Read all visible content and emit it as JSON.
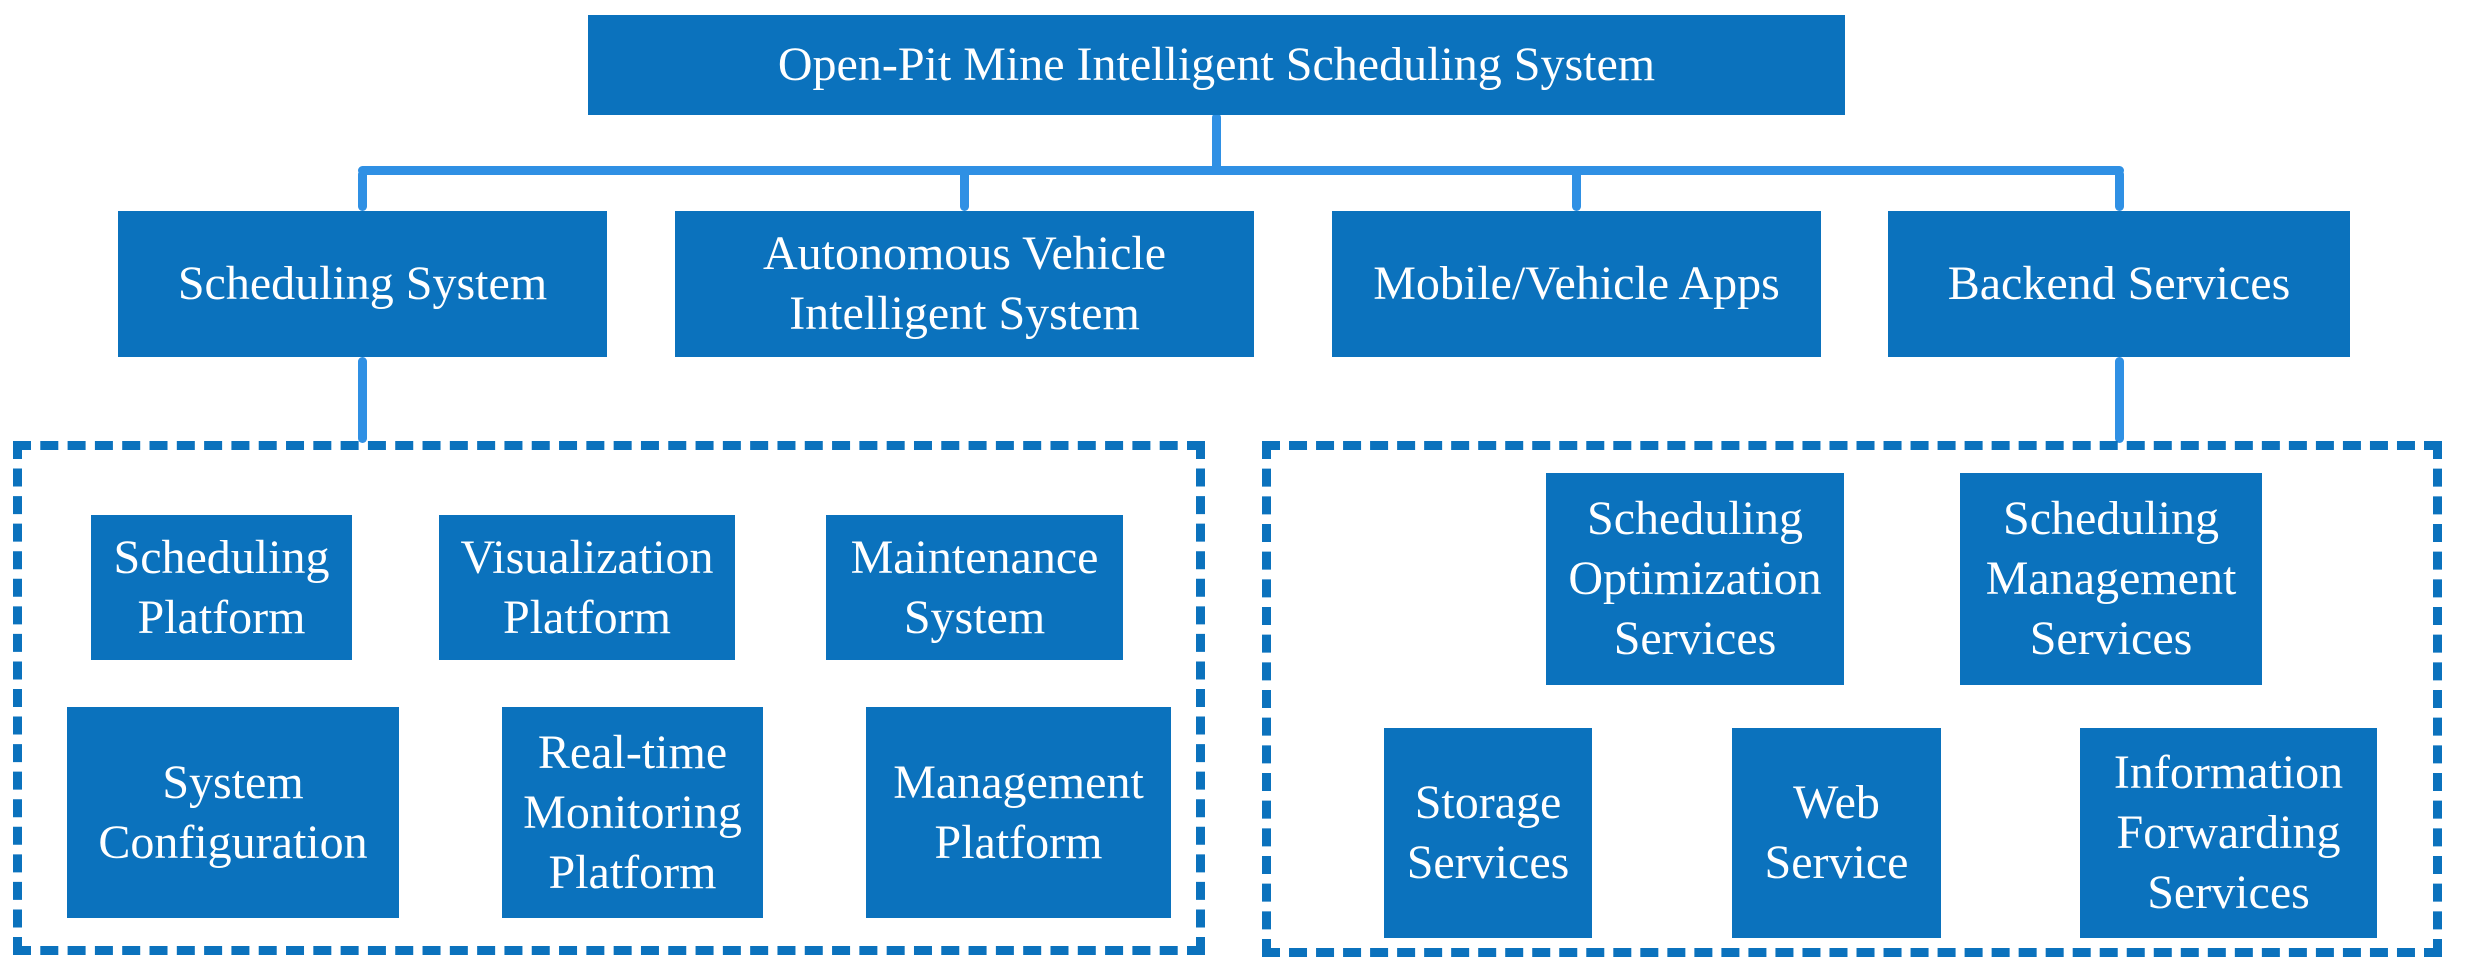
{
  "diagram": {
    "type": "system-architecture-block-diagram",
    "colors": {
      "box_fill": "#0b72bd",
      "connector_line": "#2f90e4",
      "dashed_border": "#0b72bd",
      "box_text": "#ffffff",
      "background": "#ffffff"
    },
    "root": {
      "label": "Open-Pit Mine Intelligent Scheduling System"
    },
    "level2": [
      {
        "label": "Scheduling System"
      },
      {
        "label": "Autonomous Vehicle Intelligent System"
      },
      {
        "label": "Mobile/Vehicle Apps"
      },
      {
        "label": "Backend Services"
      }
    ],
    "scheduling_system_modules": [
      {
        "label": "Scheduling Platform"
      },
      {
        "label": "Visualization Platform"
      },
      {
        "label": "Maintenance System"
      },
      {
        "label": "System Configuration"
      },
      {
        "label": "Real-time Monitoring Platform"
      },
      {
        "label": "Management Platform"
      }
    ],
    "backend_services_modules": [
      {
        "label": "Scheduling Optimization Services"
      },
      {
        "label": "Scheduling Management Services"
      },
      {
        "label": "Storage Services"
      },
      {
        "label": "Web Service"
      },
      {
        "label": "Information Forwarding Services"
      }
    ]
  }
}
